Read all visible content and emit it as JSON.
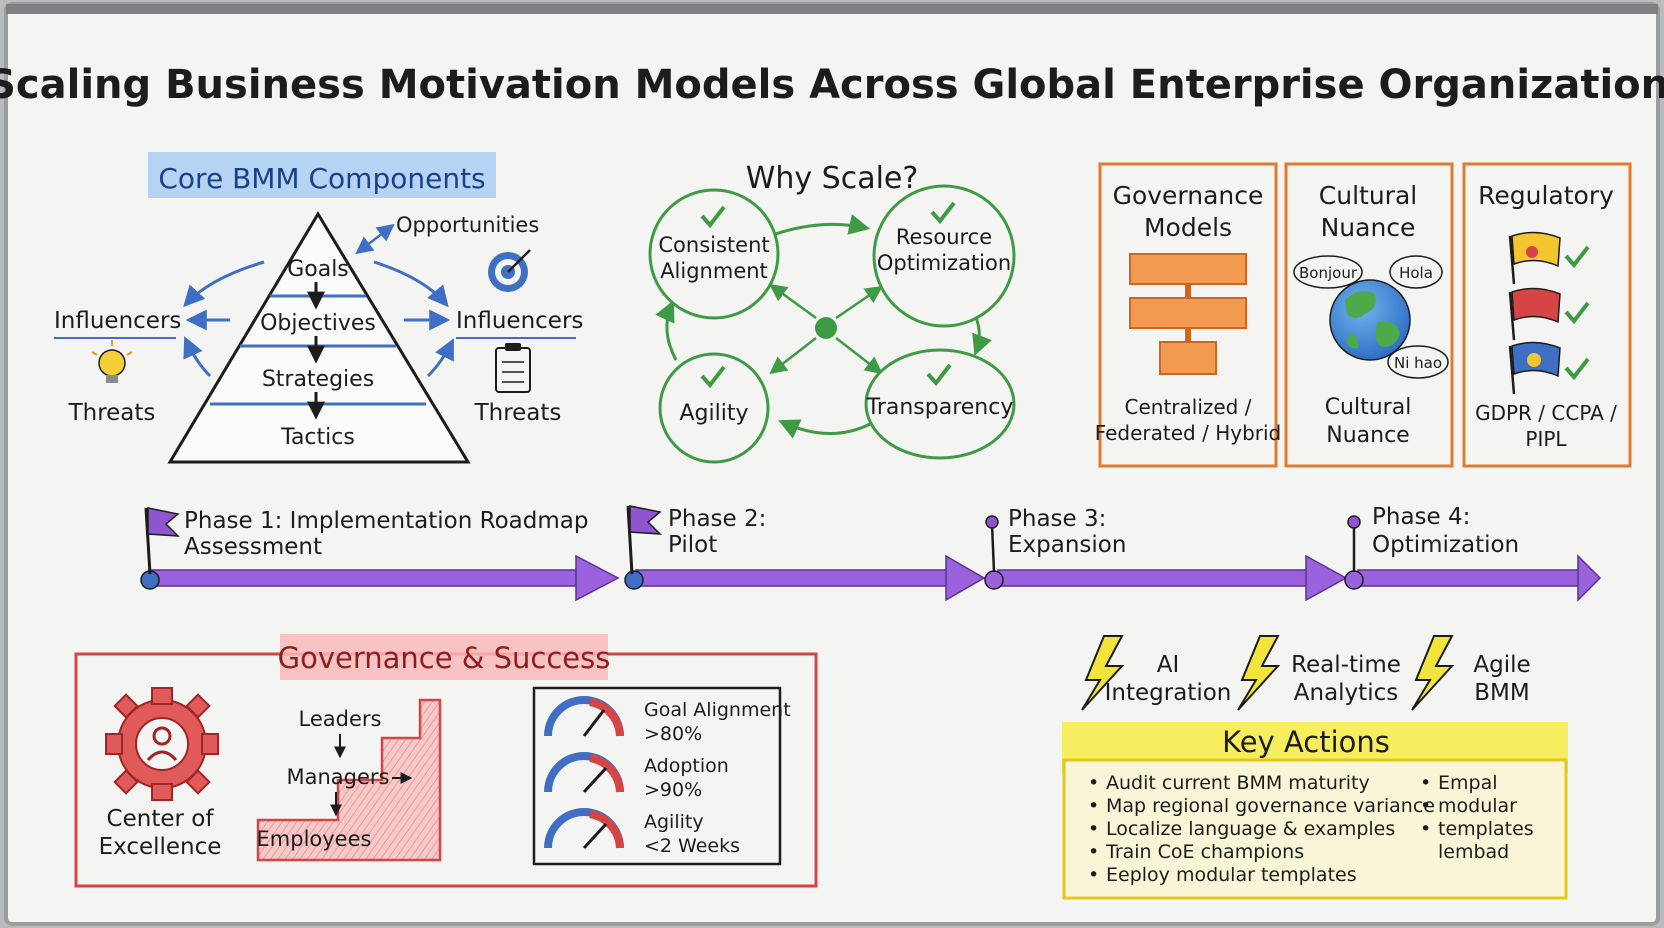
{
  "title": "Scaling Business Motivation Models Across Global Enterprise Organizations",
  "core": {
    "heading": "Core BMM Components",
    "levels": [
      "Goals",
      "Objectives",
      "Strategies",
      "Tactics"
    ],
    "opportunities": "Opportunities",
    "influencers_left": "Influencers",
    "threats_left": "Threats",
    "influencers_right": "Influencers",
    "threats_right": "Threats"
  },
  "why_scale": {
    "heading": "Why Scale?",
    "nodes": {
      "consistent_1": "Consistent",
      "consistent_2": "Alignment",
      "resource_1": "Resource",
      "resource_2": "Optimization",
      "agility": "Agility",
      "transparency": "Transparency"
    }
  },
  "panels": {
    "governance_1": "Governance",
    "governance_2": "Models",
    "governance_caption_1": "Centralized /",
    "governance_caption_2": "Federated / Hybrid",
    "cultural_1": "Cultural",
    "cultural_2": "Nuance",
    "cultural_caption_1": "Cultural",
    "cultural_caption_2": "Nuance",
    "bubble_bonjour": "Bonjour",
    "bubble_hola": "Hola",
    "bubble_nihao": "Ni hao",
    "regulatory": "Regulatory",
    "regulatory_caption_1": "GDPR / CCPA /",
    "regulatory_caption_2": "PIPL"
  },
  "phases": {
    "p1_line1": "Phase 1: Implementation Roadmap",
    "p1_line2": "Assessment",
    "p2_line1": "Phase 2:",
    "p2_line2": "Pilot",
    "p3_line1": "Phase 3:",
    "p3_line2": "Expansion",
    "p4_line1": "Phase 4:",
    "p4_line2": "Optimization"
  },
  "governance_success": {
    "heading": "Governance & Success",
    "coe_1": "Center of",
    "coe_2": "Excellence",
    "leaders": "Leaders",
    "managers": "Managers",
    "employees": "Employees",
    "metrics": {
      "m1_label": "Goal Alignment",
      "m1_value": ">80%",
      "m2_label": "Adoption",
      "m2_value": ">90%",
      "m3_label": "Agility",
      "m3_value": "<2 Weeks"
    }
  },
  "trends": {
    "t1_1": "AI",
    "t1_2": "Integration",
    "t2_1": "Real-time",
    "t2_2": "Analytics",
    "t3_1": "Agile",
    "t3_2": "BMM"
  },
  "key_actions": {
    "heading": "Key Actions",
    "items": [
      "Audit current BMM maturity",
      "Map regional governance variance",
      "Localize language & examples",
      "Train CoE champions",
      "Eeploy modular templates"
    ],
    "side_items": [
      "Empal",
      "modular",
      "templates",
      "lembad"
    ]
  },
  "colors": {
    "ink": "#1c1c1c",
    "blue": "#3f6fc4",
    "green": "#3e9a45",
    "orange": "#e07a2e",
    "purple": "#8e55cf",
    "red": "#d64545",
    "yellow": "#f2e43a"
  }
}
